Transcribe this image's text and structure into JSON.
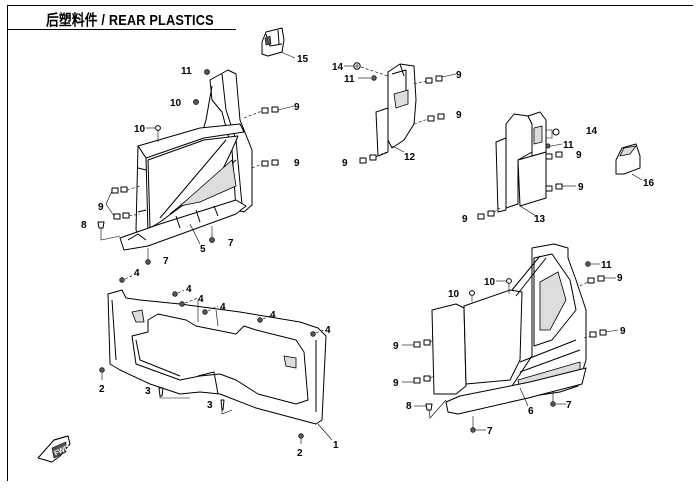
{
  "header": {
    "title": "后塑料件 / REAR PLASTICS"
  },
  "fwd_label": "FWD",
  "callouts": {
    "c1": "1",
    "c2a": "2",
    "c2b": "2",
    "c3a": "3",
    "c3b": "3",
    "c4a": "4",
    "c4b": "4",
    "c4c": "4",
    "c4d": "4",
    "c4e": "4",
    "c4f": "4",
    "c5": "5",
    "c6": "6",
    "c7a": "7",
    "c7b": "7",
    "c7c": "7",
    "c7d": "7",
    "c8a": "8",
    "c8b": "8",
    "c9a": "9",
    "c9b": "9",
    "c9c": "9",
    "c9d": "9",
    "c9e": "9",
    "c9f": "9",
    "c9g": "9",
    "c9h": "9",
    "c9i": "9",
    "c9j": "9",
    "c9k": "9",
    "c9l": "9",
    "c9m": "9",
    "c10a": "10",
    "c10b": "10",
    "c10c": "10",
    "c10d": "10",
    "c11a": "11",
    "c11b": "11",
    "c11c": "11",
    "c11d": "11",
    "c12": "12",
    "c13": "13",
    "c14a": "14",
    "c14b": "14",
    "c15": "15",
    "c16": "16"
  }
}
